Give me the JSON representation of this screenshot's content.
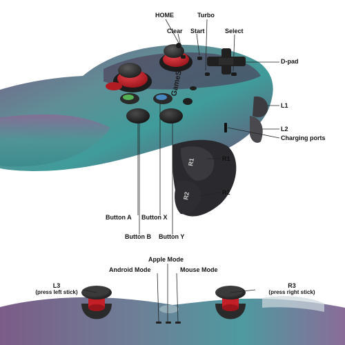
{
  "labels": {
    "home": "HOME",
    "turbo": "Turbo",
    "clear": "Clear",
    "start": "Start",
    "select": "Select",
    "dpad": "D-pad",
    "l1": "L1",
    "l2": "L2",
    "charging_ports": "Charging ports",
    "r1": "R1",
    "r2": "R2",
    "button_a": "Button A",
    "button_x": "Button X",
    "button_b": "Button B",
    "button_y": "Button Y",
    "apple_mode": "Apple Mode",
    "android_mode": "Android Mode",
    "mouse_mode": "Mouse Mode",
    "l3": "L3",
    "l3_note": "(press left stick)",
    "r3": "R3",
    "r3_note": "(press right stick)"
  },
  "printed": {
    "brand": "GameSir",
    "r1_mark": "R1",
    "r2_mark": "R2"
  },
  "colors": {
    "shell_teal": "#3f9c9a",
    "shell_purple": "#6e4a72",
    "stick_red": "#c41f27",
    "stick_cap": "#2b2b2b",
    "button_dark": "#1f1f1f",
    "leader": "#222222"
  }
}
